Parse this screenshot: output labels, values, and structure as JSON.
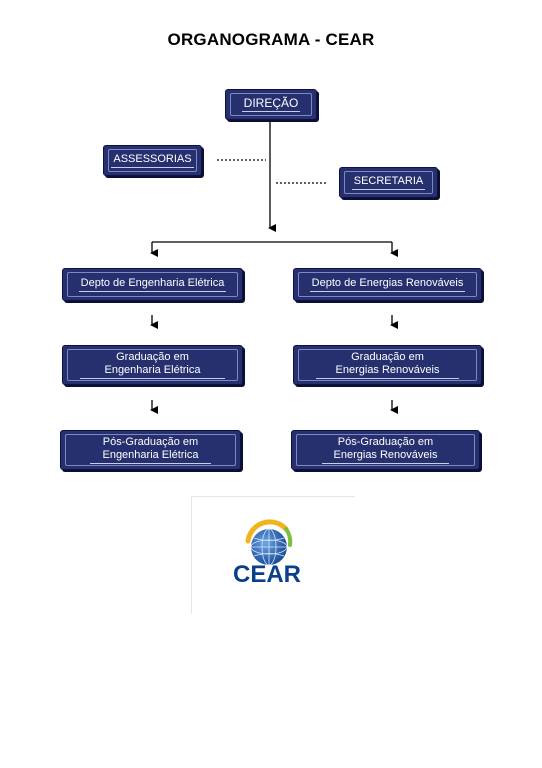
{
  "title": "ORGANOGRAMA - CEAR",
  "nodes": {
    "direcao": "DIREÇÃO",
    "assessorias": "ASSESSORIAS",
    "secretaria": "SECRETARIA",
    "depto_eletrica": "Depto de Engenharia Elétrica",
    "depto_renovaveis": "Depto de Energias Renováveis",
    "grad_eletrica_1": "Graduação em",
    "grad_eletrica_2": "Engenharia Elétrica",
    "grad_renovaveis_1": "Graduação em",
    "grad_renovaveis_2": "Energias Renováveis",
    "pos_eletrica_1": "Pós-Graduação em",
    "pos_eletrica_2": "Engenharia Elétrica",
    "pos_renovaveis_1": "Pós-Graduação em",
    "pos_renovaveis_2": "Energias Renováveis"
  },
  "logo": {
    "text": "CEAR",
    "icon": "globe-icon",
    "colors": {
      "text": "#0c3f8a",
      "globe": "#1f5fb0",
      "ring": "#f2b41d",
      "leaf": "#7bbf3a"
    }
  },
  "colors": {
    "box": "#27306f",
    "box_border": "#0d1240",
    "box_text": "#ffffff"
  }
}
